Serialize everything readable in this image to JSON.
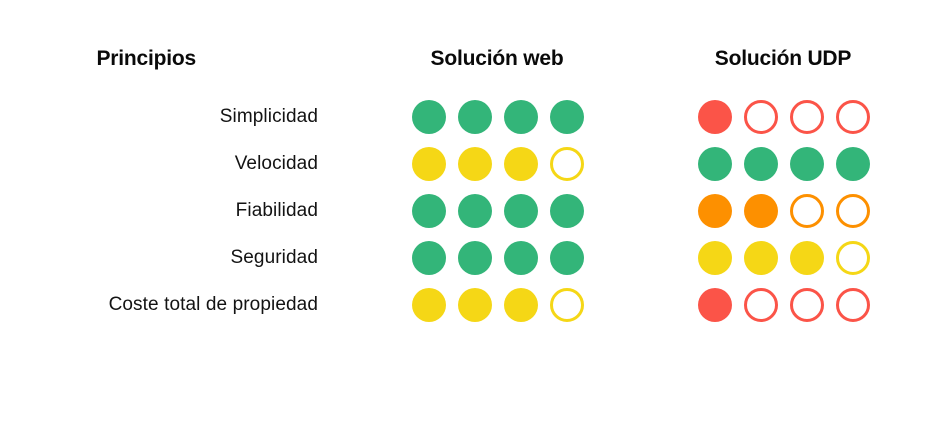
{
  "header": {
    "principles_label": "Principios",
    "col_web_label": "Solución web",
    "col_udp_label": "Solución UDP"
  },
  "colors": {
    "green": "#33b579",
    "yellow": "#f5d716",
    "orange": "#fd9000",
    "red": "#fb5448",
    "background": "#ffffff",
    "text": "#111111"
  },
  "chart_data": {
    "type": "table",
    "title": "Principios",
    "xlabel": "",
    "ylabel": "",
    "max_rating": 4,
    "categories": [
      "Simplicidad",
      "Velocidad",
      "Fiabilidad",
      "Seguridad",
      "Coste total de propiedad"
    ],
    "series": [
      {
        "name": "Solución web",
        "values": [
          4,
          3,
          4,
          4,
          3
        ],
        "colors": [
          "#33b579",
          "#f5d716",
          "#33b579",
          "#33b579",
          "#f5d716"
        ]
      },
      {
        "name": "Solución UDP",
        "values": [
          1,
          4,
          2,
          3,
          1
        ],
        "colors": [
          "#fb5448",
          "#33b579",
          "#fd9000",
          "#f5d716",
          "#fb5448"
        ]
      }
    ],
    "legend": [],
    "grid": false,
    "notes": "Harvey-ball style rating matrix: each row shows 4 dots per solution; filled dots indicate the score, outlined dots indicate the remainder."
  }
}
